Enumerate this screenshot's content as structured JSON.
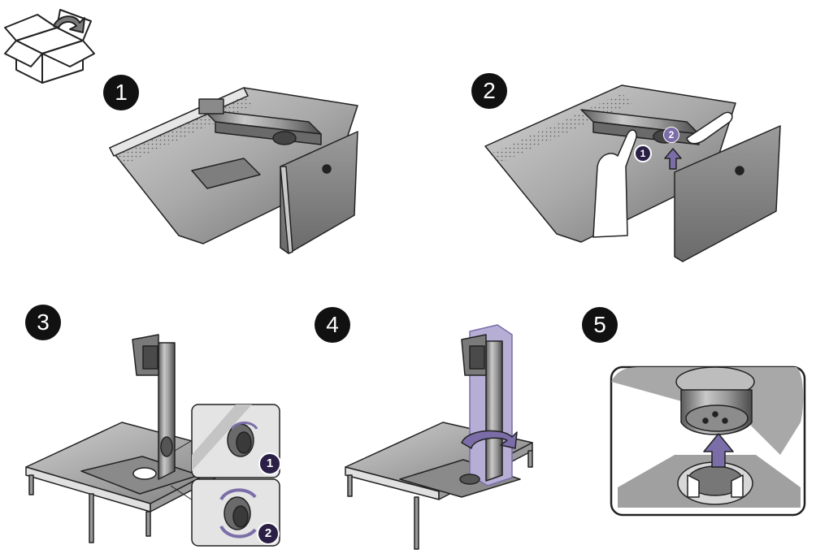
{
  "steps": [
    {
      "label": "1"
    },
    {
      "label": "2",
      "sub": [
        "1",
        "2"
      ]
    },
    {
      "label": "3",
      "sub": [
        "1",
        "2"
      ]
    },
    {
      "label": "4"
    },
    {
      "label": "5"
    }
  ],
  "colors": {
    "badge": "#111111",
    "accent_purple": "#7b6da8",
    "metal_light": "#bdbdbd",
    "metal_mid": "#8e8e8e",
    "metal_dark": "#3a3a3a",
    "outline": "#222222"
  }
}
